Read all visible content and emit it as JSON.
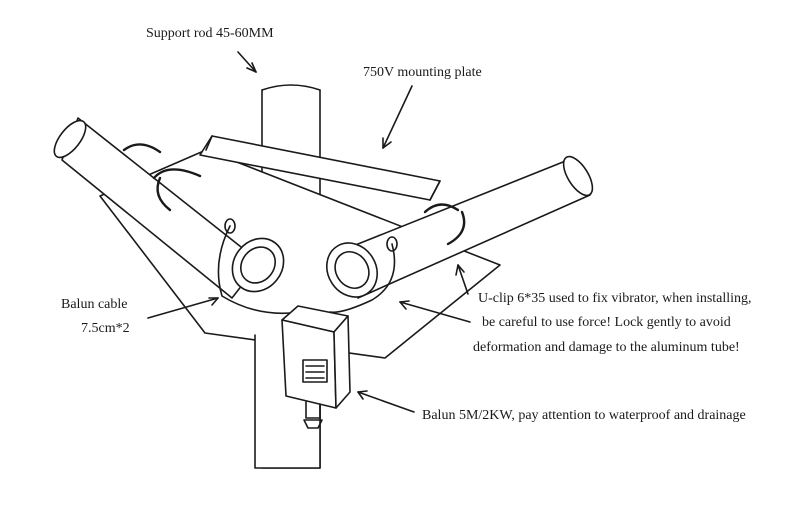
{
  "labels": {
    "support_rod": "Support rod 45-60MM",
    "mounting_plate": "750V mounting plate",
    "balun_cable_line1": "Balun cable",
    "balun_cable_line2": "7.5cm*2",
    "uclip_line1": "U-clip 6*35 used to fix vibrator, when installing,",
    "uclip_line2": "be careful to use force! Lock gently to avoid",
    "uclip_line3": "deformation and damage to the aluminum tube!",
    "balun": "Balun 5M/2KW, pay attention to waterproof and drainage"
  },
  "colors": {
    "line": "#1a1a1a",
    "background": "#ffffff"
  }
}
